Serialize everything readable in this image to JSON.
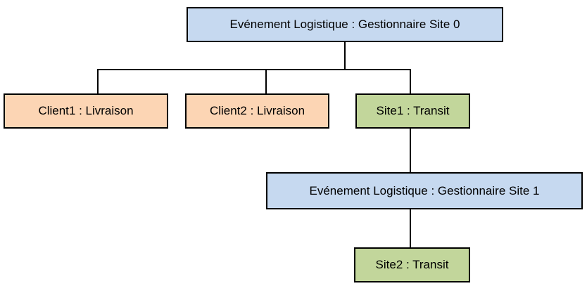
{
  "diagram": {
    "type": "hierarchy-tree",
    "nodes": [
      {
        "id": "root",
        "label": "Evénement Logistique : Gestionnaire Site 0",
        "type": "manager",
        "fill": "#C6D9F0"
      },
      {
        "id": "client1",
        "label": "Client1 : Livraison",
        "type": "client",
        "fill": "#FCD5B4"
      },
      {
        "id": "client2",
        "label": "Client2 : Livraison",
        "type": "client",
        "fill": "#FCD5B4"
      },
      {
        "id": "site1",
        "label": "Site1 : Transit",
        "type": "site",
        "fill": "#C2D69B"
      },
      {
        "id": "manager1",
        "label": "Evénement Logistique : Gestionnaire Site 1",
        "type": "manager",
        "fill": "#C6D9F0"
      },
      {
        "id": "site2",
        "label": "Site2 : Transit",
        "type": "site",
        "fill": "#C2D69B"
      }
    ],
    "edges": [
      {
        "from": "root",
        "to": "client1"
      },
      {
        "from": "root",
        "to": "client2"
      },
      {
        "from": "root",
        "to": "site1"
      },
      {
        "from": "site1",
        "to": "manager1"
      },
      {
        "from": "manager1",
        "to": "site2"
      }
    ],
    "colors": {
      "manager_fill": "#C6D9F0",
      "client_fill": "#FCD5B4",
      "site_fill": "#C2D69B",
      "border": "#000000",
      "connector": "#000000",
      "background": "#FFFFFF",
      "text": "#000000"
    }
  }
}
